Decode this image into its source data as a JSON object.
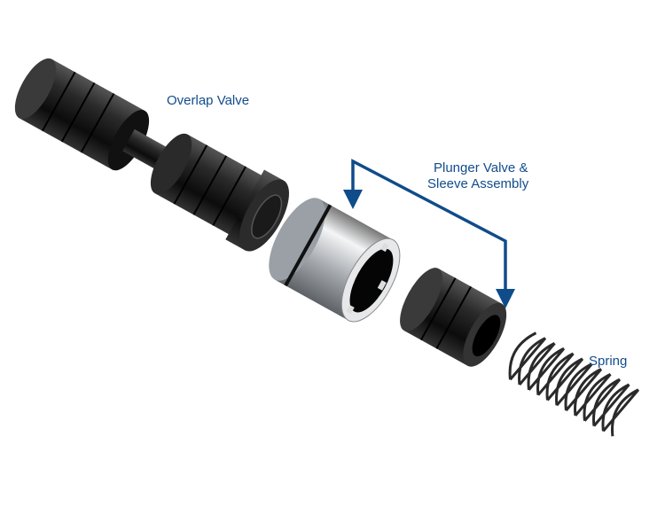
{
  "labels": {
    "overlap_valve": "Overlap Valve",
    "plunger_line1": "Plunger Valve &",
    "plunger_line2": "Sleeve Assembly",
    "spring": "Spring"
  },
  "colors": {
    "label": "#124c8c",
    "arrow": "#0f4c8a",
    "part_dark": "#1a1a1a",
    "part_silver": "#c9ccd0"
  }
}
